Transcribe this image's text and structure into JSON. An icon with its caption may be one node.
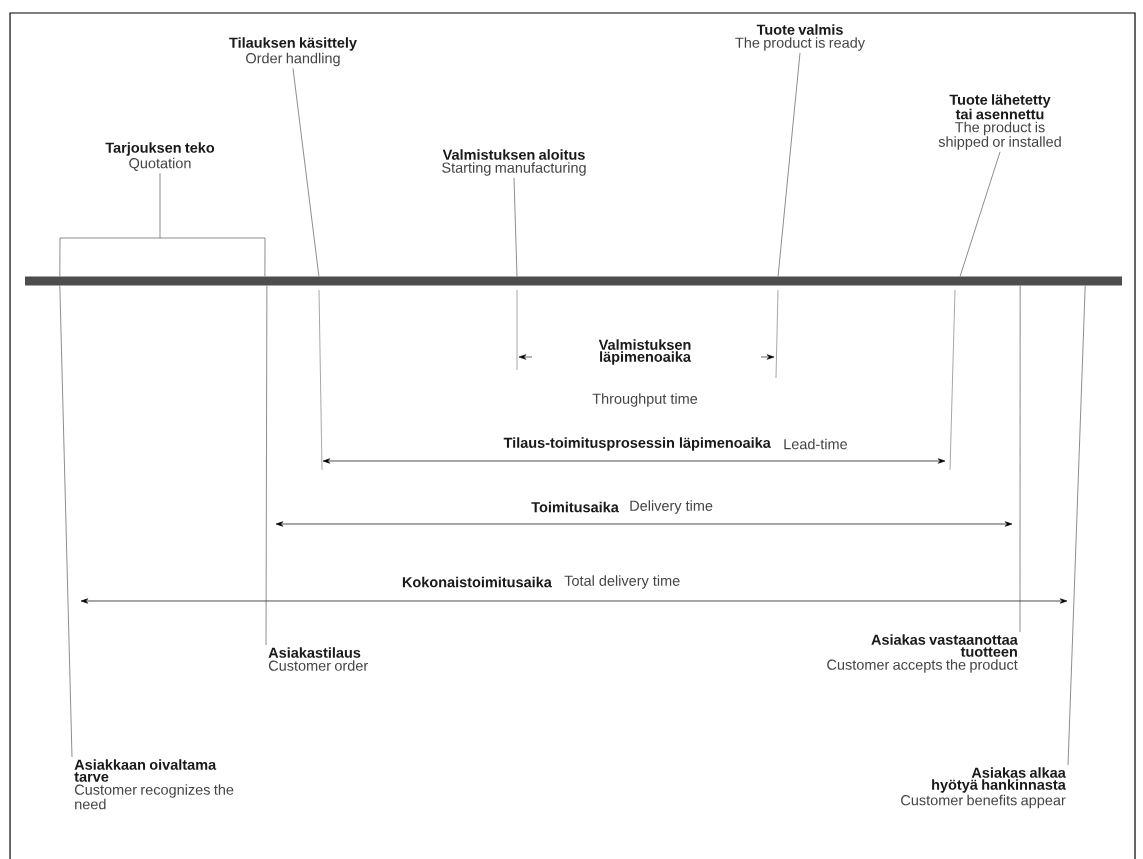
{
  "diagram": {
    "nodes": [
      {
        "text": [
          "Tarjouksen teko",
          "Quotation"
        ]
      },
      {
        "text": [
          "Tilauksen käsittely",
          "Order handling"
        ]
      },
      {
        "text": [
          "Valmistuksen aloitus",
          "Starting manufacturing"
        ]
      },
      {
        "text": [
          "Tuote valmis",
          "The product is ready"
        ]
      },
      {
        "text": [
          "Tuote lähetetty tai asennettu",
          "The product is shipped or installed"
        ]
      },
      {
        "text": [],
        "shape": "bar"
      },
      {
        "text": [
          "Asiakastilaus",
          "Customer order"
        ]
      },
      {
        "text": [
          "Asiakas vastaanottaa tuotteen",
          "Customer accepts the product"
        ]
      },
      {
        "text": [
          "Asiakkaan oivaltama tarve",
          "Customer recognizes the need"
        ]
      },
      {
        "text": [
          "Asiakas alkaa hyötyä hankinnasta",
          "Customer benefits appear"
        ]
      }
    ],
    "edges": [
      {
        "from": 0,
        "to": 5,
        "arrow": "none"
      },
      {
        "from": 1,
        "to": 5,
        "arrow": "none"
      },
      {
        "from": 2,
        "to": 5,
        "arrow": "none"
      },
      {
        "from": 3,
        "to": 5,
        "arrow": "none"
      },
      {
        "from": 4,
        "to": 5,
        "arrow": "none"
      },
      {
        "from": 6,
        "to": 5,
        "arrow": "none"
      },
      {
        "from": 7,
        "to": 5,
        "arrow": "none"
      },
      {
        "from": 8,
        "to": 5,
        "arrow": "none"
      },
      {
        "from": 9,
        "to": 5,
        "arrow": "none"
      }
    ],
    "labels": [
      "Valmistuksen läpimenoaika",
      "Throughput time",
      "Tilaus-toimitusprosessin läpimenoaika",
      "Lead-time",
      "Toimitusaika",
      "Delivery time",
      "Kokonaistoimitusaika",
      "Total delivery time"
    ]
  }
}
